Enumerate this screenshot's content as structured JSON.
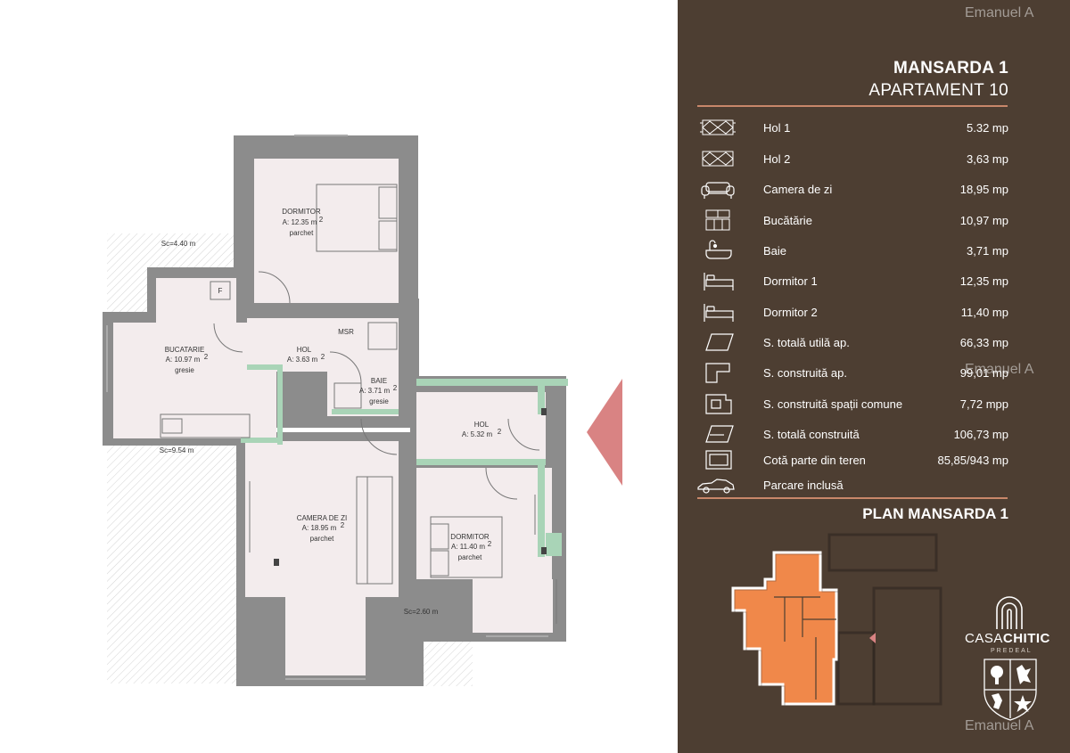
{
  "watermark": "Emanuel A",
  "header": {
    "title": "MANSARDA 1",
    "subtitle": "APARTAMENT 10"
  },
  "rooms_table": [
    {
      "icon": "rug-icon",
      "label": "Hol 1",
      "value": "5.32 mp"
    },
    {
      "icon": "rug-icon",
      "label": "Hol 2",
      "value": "3,63 mp"
    },
    {
      "icon": "sofa-icon",
      "label": "Camera de zi",
      "value": "18,95 mp"
    },
    {
      "icon": "kitchen-icon",
      "label": "Bucătărie",
      "value": "10,97 mp"
    },
    {
      "icon": "bathtub-icon",
      "label": "Baie",
      "value": "3,71 mp"
    },
    {
      "icon": "bed-icon",
      "label": "Dormitor 1",
      "value": "12,35 mp"
    },
    {
      "icon": "bed-icon",
      "label": "Dormitor 2",
      "value": "11,40 mp"
    },
    {
      "icon": "floor-area-icon",
      "label": "S. totală utilă ap.",
      "value": "66,33 mp"
    },
    {
      "icon": "built-area-icon",
      "label": "S. construită ap.",
      "value": "99,01 mp"
    },
    {
      "icon": "common-area-icon",
      "label": "S. construită spații comune",
      "value": "7,72 mpp"
    },
    {
      "icon": "total-area-icon",
      "label": "S. totală construită",
      "value": "106,73 mp"
    },
    {
      "icon": "land-icon",
      "label": "Cotă parte din teren",
      "value": "85,85/943 mp"
    },
    {
      "icon": "car-icon",
      "label": "Parcare inclusă",
      "value": ""
    }
  ],
  "plan_title": "PLAN MANSARDA 1",
  "logo": {
    "brand_light": "CASA",
    "brand_bold": "CHITIC",
    "sub": "PREDEAL"
  },
  "floorplan": {
    "dormitor1": {
      "name": "DORMITOR",
      "area": "A: 12.35 m",
      "sup": "2",
      "floor": "parchet"
    },
    "bucatarie": {
      "name": "BUCATARIE",
      "area": "A: 10.97 m",
      "sup": "2",
      "floor": "gresie"
    },
    "hol2": {
      "name": "HOL",
      "area": "A: 3.63 m",
      "sup": "2"
    },
    "baie": {
      "name": "BAIE",
      "area": "A: 3.71 m",
      "sup": "2",
      "floor": "gresie"
    },
    "hol1": {
      "name": "HOL",
      "area": "A: 5.32 m",
      "sup": "2"
    },
    "camera": {
      "name": "CAMERA DE ZI",
      "area": "A: 18.95 m",
      "sup": "2",
      "floor": "parchet"
    },
    "dormitor2": {
      "name": "DORMITOR",
      "area": "A: 11.40 m",
      "sup": "2",
      "floor": "parchet"
    },
    "balcony1": "Sc=4.40 m",
    "balcony2": "Sc=9.54 m",
    "balcony3": "Sc=2.60 m",
    "msr": "MSR",
    "fridge": "F"
  },
  "colors": {
    "panel": "#4d3e32",
    "accent_rule": "#c8876a",
    "room_fill": "#f3eced",
    "wall": "#8a8a8a",
    "green_wall": "#a9d4b7",
    "arrow": "#d98383",
    "highlight": "#f0884a"
  }
}
